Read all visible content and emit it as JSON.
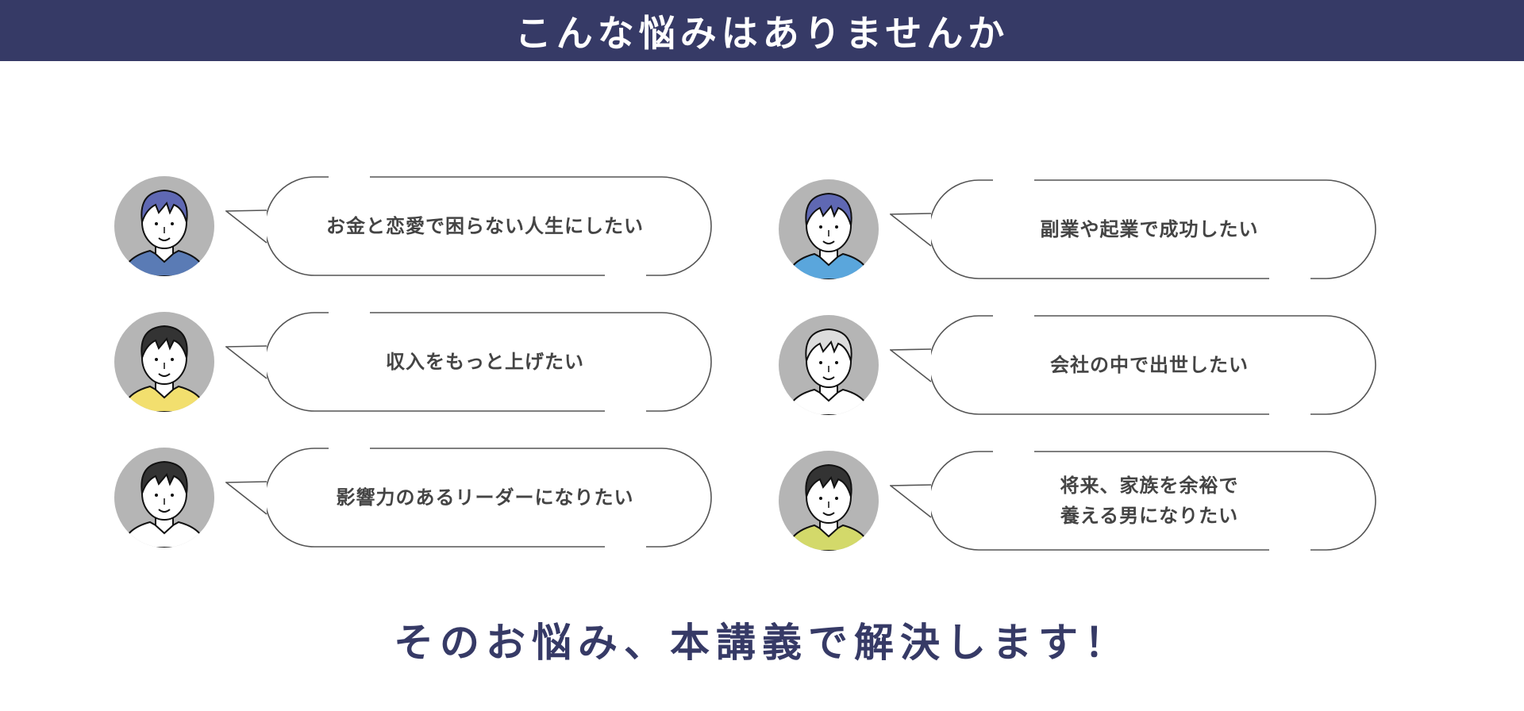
{
  "header": {
    "title": "こんな悩みはありませんか"
  },
  "concerns": [
    {
      "text": "お金と恋愛で困らない人生にしたい",
      "avatar": {
        "hair": "#5f68b3",
        "shirt": "#5a7bb5",
        "icon": "person-hoodie-icon"
      }
    },
    {
      "text": "副業や起業で成功したい",
      "avatar": {
        "hair": "#5f68b3",
        "shirt": "#5aa6dc",
        "icon": "person-tshirt-icon"
      }
    },
    {
      "text": "収入をもっと上げたい",
      "avatar": {
        "hair": "#333333",
        "shirt": "#f2df6e",
        "icon": "person-vest-icon"
      }
    },
    {
      "text": "会社の中で出世したい",
      "avatar": {
        "hair": "#dddddd",
        "shirt": "#ffffff",
        "icon": "person-suit-elder-icon"
      }
    },
    {
      "text": "影響力のあるリーダーになりたい",
      "avatar": {
        "hair": "#333333",
        "shirt": "#ffffff",
        "icon": "person-glasses-icon"
      }
    },
    {
      "text": "将来、家族を余裕で\n養える男になりたい",
      "avatar": {
        "hair": "#333333",
        "shirt": "#d3d96a",
        "icon": "person-sweater-icon"
      }
    }
  ],
  "footer": {
    "message": "そのお悩み、本講義で解決します！"
  },
  "colors": {
    "accent": "#363a66",
    "avatar_bg": "#b5b5b5",
    "bubble_stroke": "#555555"
  }
}
